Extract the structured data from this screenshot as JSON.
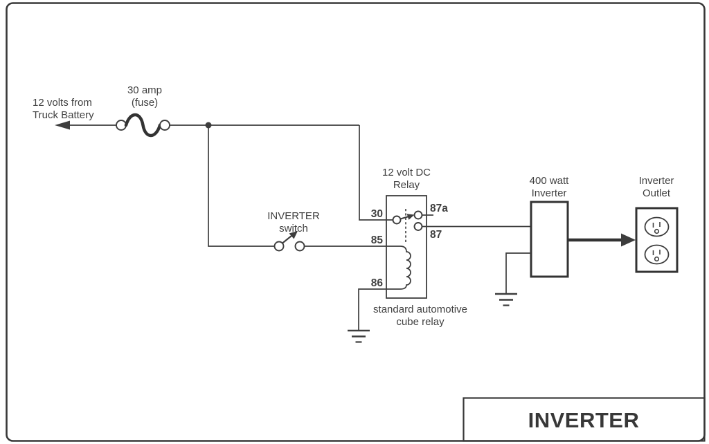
{
  "diagram": {
    "battery_label": {
      "line1": "12 volts from",
      "line2": "Truck Battery"
    },
    "fuse_label": {
      "line1": "30 amp",
      "line2": "(fuse)"
    },
    "switch_label": {
      "line1": "INVERTER",
      "line2": "switch"
    },
    "relay": {
      "label_line1": "12 volt DC",
      "label_line2": "Relay",
      "terminal_30": "30",
      "terminal_85": "85",
      "terminal_86": "86",
      "terminal_87a": "87a",
      "terminal_87": "87",
      "caption_line1": "standard automotive",
      "caption_line2": "cube relay"
    },
    "inverter_label": {
      "line1": "400 watt",
      "line2": "Inverter"
    },
    "outlet_label": {
      "line1": "Inverter",
      "line2": "Outlet"
    },
    "title_block": {
      "title": "INVERTER"
    },
    "colors": {
      "wire": "#3d3d3d",
      "text": "#404040",
      "border": "#383838",
      "background": "#ffffff"
    }
  }
}
